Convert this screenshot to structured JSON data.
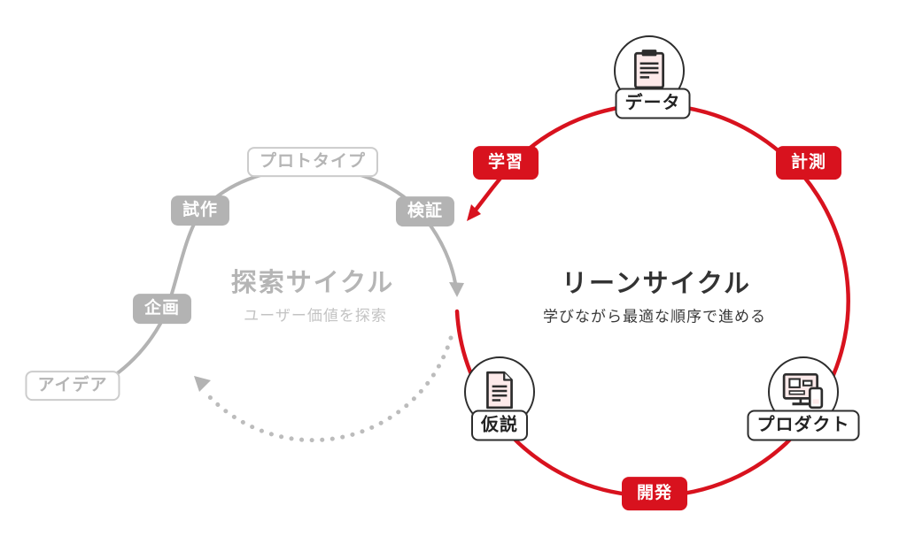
{
  "exploration_cycle": {
    "title": "探索サイクル",
    "subtitle": "ユーザー価値を探索",
    "steps": [
      {
        "id": "idea",
        "label": "アイデア",
        "style": "outline"
      },
      {
        "id": "planning",
        "label": "企画",
        "style": "filled"
      },
      {
        "id": "prototyping",
        "label": "試作",
        "style": "filled"
      },
      {
        "id": "prototype",
        "label": "プロトタイプ",
        "style": "outline"
      },
      {
        "id": "validation",
        "label": "検証",
        "style": "filled"
      }
    ],
    "colors": {
      "arc": "#b3b3b3",
      "filled_box": "#b3b3b3",
      "outline_border": "#cccccc",
      "outline_text": "#b5b5b5",
      "dotted_return_arc": "#bcbcbc"
    }
  },
  "lean_cycle": {
    "title": "リーンサイクル",
    "subtitle": "学びながら最適な順序で進める",
    "steps": [
      {
        "id": "hypothesis",
        "label": "仮説",
        "type": "icon-node",
        "icon": "document-icon"
      },
      {
        "id": "develop",
        "label": "開発",
        "type": "red-badge"
      },
      {
        "id": "product",
        "label": "プロダクト",
        "type": "icon-node",
        "icon": "devices-icon"
      },
      {
        "id": "measure",
        "label": "計測",
        "type": "red-badge"
      },
      {
        "id": "data",
        "label": "データ",
        "type": "icon-node",
        "icon": "clipboard-icon"
      },
      {
        "id": "learning",
        "label": "学習",
        "type": "red-badge"
      }
    ],
    "colors": {
      "accent": "#d8121e",
      "dark": "#2d2d2d",
      "icon_fill": "#fdeaea",
      "node_text": "#222222"
    }
  }
}
